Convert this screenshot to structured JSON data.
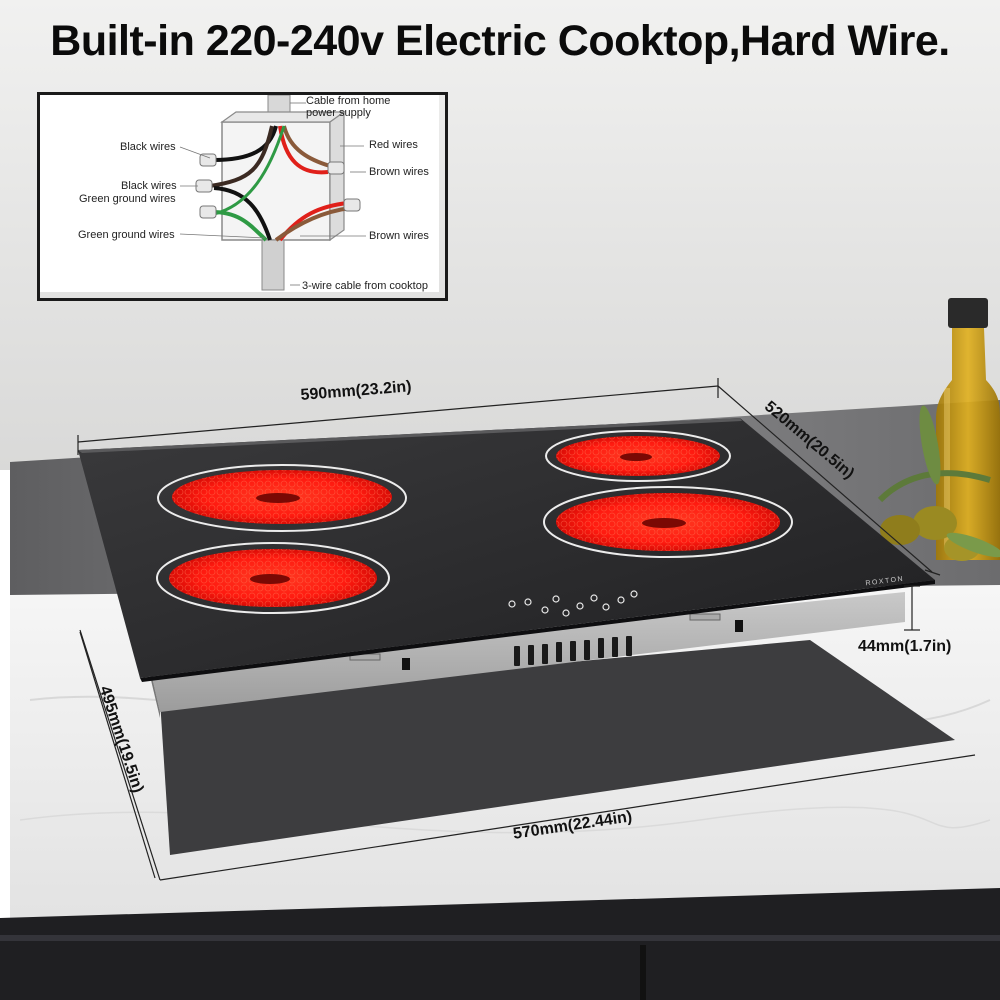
{
  "headline": "Built-in 220-240v Electric Cooktop,Hard Wire.",
  "wiring": {
    "cable_from_home_line1": "Cable from home",
    "cable_from_home_line2": "power supply",
    "black_wires_top": "Black wires",
    "black_wires_mid": "Black wires",
    "green_ground_upper": "Green ground wires",
    "green_ground_lower": "Green  ground wires",
    "red_wires": "Red wires",
    "brown_wires_upper": "Brown wires",
    "brown_wires_lower": "Brown wires",
    "cable_from_cooktop": "3-wire cable from cooktop"
  },
  "dimensions": {
    "width_top": "590mm(23.2in)",
    "depth_side": "520mm(20.5in)",
    "height": "44mm(1.7in)",
    "cutout_depth": "495mm(19.5in)",
    "cutout_width": "570mm(22.44in)"
  },
  "brand_mark": "ROXTON",
  "colors": {
    "burner_red": "#ff1a10",
    "glass_top": "#2b2b2d",
    "wire_red": "#e0201a",
    "wire_green": "#2e9a44",
    "wire_brown": "#8a5a3a",
    "wire_black": "#111111"
  }
}
